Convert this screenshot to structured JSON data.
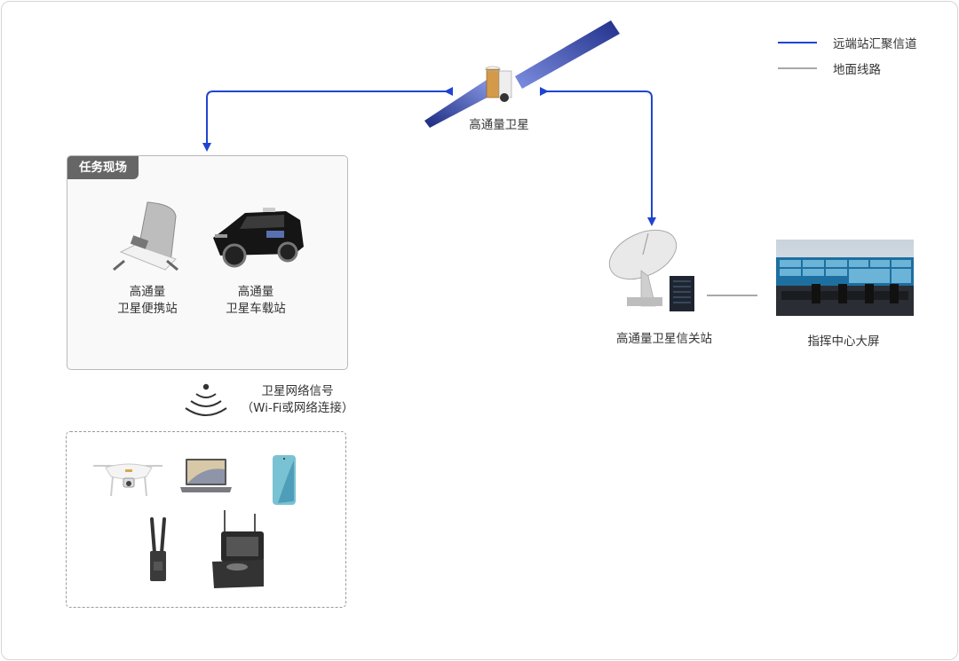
{
  "legend": {
    "items": [
      {
        "label": "远端站汇聚信道",
        "color": "#1f45d0"
      },
      {
        "label": "地面线路",
        "color": "#a8a8a8"
      }
    ]
  },
  "satellite": {
    "label": "高通量卫星"
  },
  "mission_site": {
    "title": "任务现场",
    "stations": [
      {
        "line1": "高通量",
        "line2": "卫星便携站"
      },
      {
        "line1": "高通量",
        "line2": "卫星车载站"
      }
    ]
  },
  "signal": {
    "line1": "卫星网络信号",
    "line2": "（Wi-Fi或网络连接）"
  },
  "devices": [
    "drone",
    "laptop",
    "smartphone",
    "portable-radio",
    "field-terminal-case"
  ],
  "gateway": {
    "label": "高通量卫星信关站"
  },
  "command_center": {
    "label": "指挥中心大屏"
  },
  "colors": {
    "link_blue": "#1f45d0",
    "ground_gray": "#a8a8a8"
  }
}
